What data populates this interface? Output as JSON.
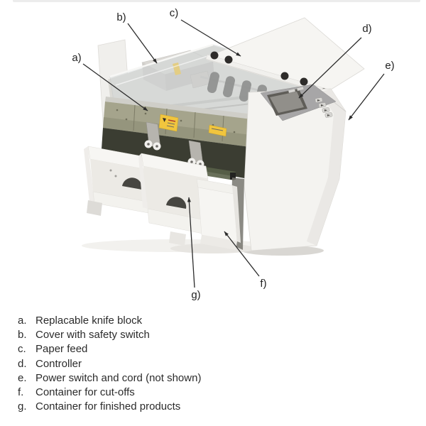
{
  "figure": {
    "description": "Card cutter machine photo with callout labels",
    "callouts": [
      {
        "id": "a",
        "label": "a)"
      },
      {
        "id": "b",
        "label": "b)"
      },
      {
        "id": "c",
        "label": "c)"
      },
      {
        "id": "d",
        "label": "d)"
      },
      {
        "id": "e",
        "label": "e)"
      },
      {
        "id": "f",
        "label": "f)"
      },
      {
        "id": "g",
        "label": "g)"
      }
    ],
    "colors": {
      "arrow": "#2b2b2b",
      "body": "#f4f3f0",
      "deck": "#dbdad5",
      "panel": "#a7a6a7",
      "screen": "#918f8a",
      "sticker_yellow": "#f1c53e",
      "cavity": "#3b3d32",
      "knob": "#2e2c2a",
      "tray": "#f3f2ee",
      "cutout": "#474641"
    }
  },
  "legend": {
    "items": [
      {
        "key": "a.",
        "text": "Replacable knife block"
      },
      {
        "key": "b.",
        "text": "Cover with safety switch"
      },
      {
        "key": "c.",
        "text": "Paper feed"
      },
      {
        "key": "d.",
        "text": "Controller"
      },
      {
        "key": "e.",
        "text": "Power switch and cord (not shown)"
      },
      {
        "key": "f.",
        "text": "Container for cut-offs"
      },
      {
        "key": "g.",
        "text": "Container for finished products"
      }
    ]
  }
}
